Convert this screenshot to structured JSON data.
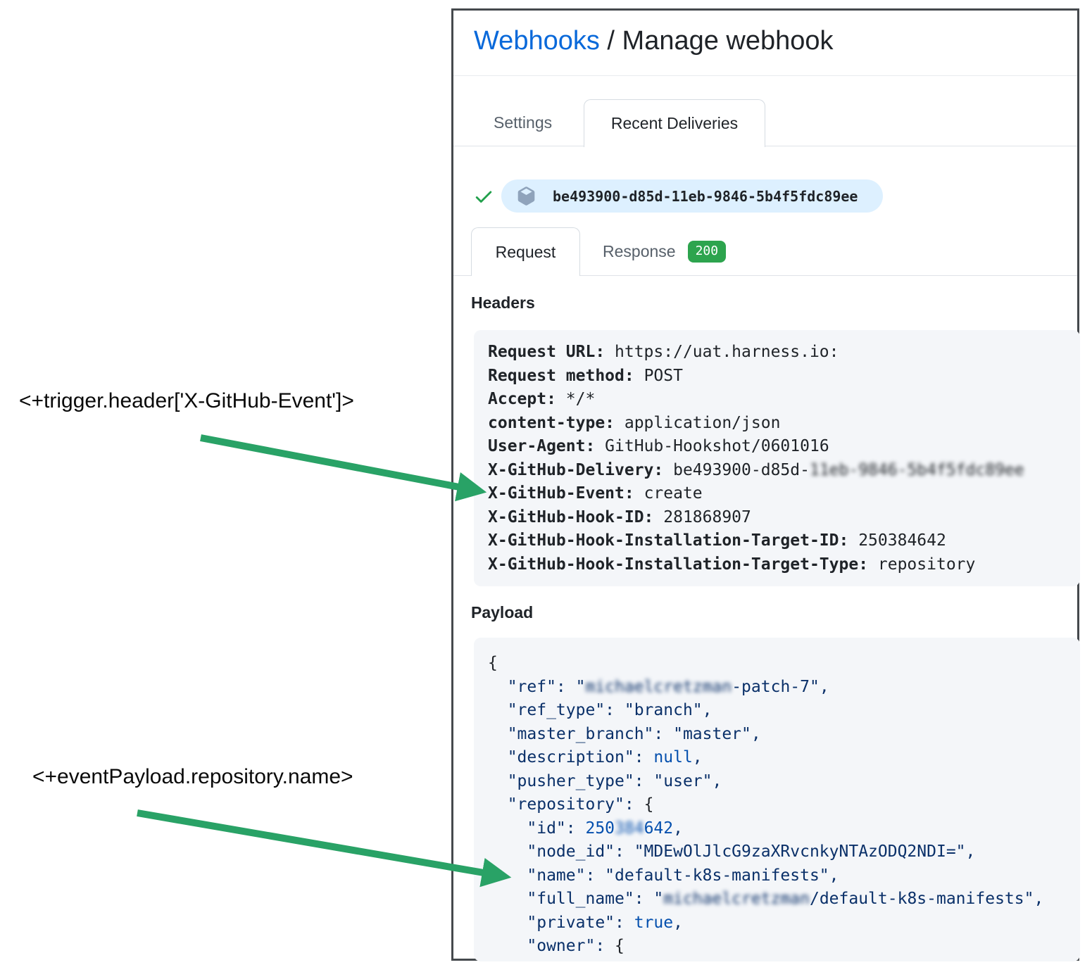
{
  "breadcrumb": {
    "link": "Webhooks",
    "separator": " / ",
    "current": "Manage webhook"
  },
  "tabs": [
    {
      "label": "Settings",
      "active": false
    },
    {
      "label": "Recent Deliveries",
      "active": true
    }
  ],
  "delivery": {
    "status_icon": "check-icon",
    "pill_icon": "package-icon",
    "id": "be493900-d85d-11eb-9846-5b4f5fdc89ee"
  },
  "subtabs": [
    {
      "label": "Request",
      "active": true
    },
    {
      "label": "Response",
      "badge": "200",
      "active": false
    }
  ],
  "headers_section": {
    "title": "Headers",
    "lines": [
      {
        "key": "Request URL:",
        "value": " https://uat.harness.io:"
      },
      {
        "key": "Request method:",
        "value": " POST"
      },
      {
        "key": "Accept:",
        "value": " */*"
      },
      {
        "key": "content-type:",
        "value": " application/json"
      },
      {
        "key": "User-Agent:",
        "value": " GitHub-Hookshot/0601016"
      },
      {
        "key": "X-GitHub-Delivery:",
        "value": " be493900-d85d-",
        "masked": "11eb-9846-5b4f5fdc89ee"
      },
      {
        "key": "X-GitHub-Event:",
        "value": " create"
      },
      {
        "key": "X-GitHub-Hook-ID:",
        "value": " 281868907"
      },
      {
        "key": "X-GitHub-Hook-Installation-Target-ID:",
        "value": " 250384642"
      },
      {
        "key": "X-GitHub-Hook-Installation-Target-Type:",
        "value": " repository"
      }
    ]
  },
  "payload_section": {
    "title": "Payload",
    "lines": [
      [
        {
          "t": "p",
          "s": "{"
        }
      ],
      [
        {
          "t": "k",
          "s": "  \"ref\": \""
        },
        {
          "t": "k",
          "s": "michaelcretzman",
          "blur": true
        },
        {
          "t": "k",
          "s": "-patch-7\","
        }
      ],
      [
        {
          "t": "k",
          "s": "  \"ref_type\": \"branch\","
        }
      ],
      [
        {
          "t": "k",
          "s": "  \"master_branch\": \"master\","
        }
      ],
      [
        {
          "t": "k",
          "s": "  \"description\": "
        },
        {
          "t": "c",
          "s": "null"
        },
        {
          "t": "k",
          "s": ","
        }
      ],
      [
        {
          "t": "k",
          "s": "  \"pusher_type\": \"user\","
        }
      ],
      [
        {
          "t": "k",
          "s": "  \"repository\": "
        },
        {
          "t": "p",
          "s": "{"
        }
      ],
      [
        {
          "t": "k",
          "s": "    \"id\": "
        },
        {
          "t": "c",
          "s": "250"
        },
        {
          "t": "c",
          "s": "384",
          "blur": true
        },
        {
          "t": "c",
          "s": "642"
        },
        {
          "t": "k",
          "s": ","
        }
      ],
      [
        {
          "t": "k",
          "s": "    \"node_id\": \"MDEwOlJlcG9zaXRvcnkyNTAzODQ2NDI=\","
        }
      ],
      [
        {
          "t": "k",
          "s": "    \"name\": \"default-k8s-manifests\","
        }
      ],
      [
        {
          "t": "k",
          "s": "    \"full_name\": \""
        },
        {
          "t": "k",
          "s": "michaelcretzman",
          "blur": true
        },
        {
          "t": "k",
          "s": "/default-k8s-manifests\","
        }
      ],
      [
        {
          "t": "k",
          "s": "    \"private\": "
        },
        {
          "t": "c",
          "s": "true"
        },
        {
          "t": "k",
          "s": ","
        }
      ],
      [
        {
          "t": "k",
          "s": "    \"owner\": "
        },
        {
          "t": "p",
          "s": "{"
        }
      ]
    ]
  },
  "annotations": [
    {
      "text": "<+trigger.header['X-GitHub-Event']>"
    },
    {
      "text": "<+eventPayload.repository.name>"
    }
  ],
  "colors": {
    "arrow_green": "#29a266",
    "badge_green": "#2da44e",
    "check_green": "#22a04c",
    "link_blue": "#0969da",
    "pill_blue_bg": "#ddf0ff",
    "code_bg": "#f4f6f9",
    "json_string": "#0a3069",
    "json_constant": "#0550ae"
  }
}
